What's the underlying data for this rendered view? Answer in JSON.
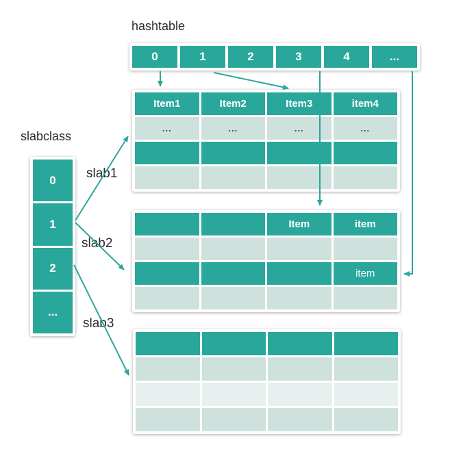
{
  "colors": {
    "teal": "#2aa79b",
    "light": "#cfe1dd",
    "lighter": "#e7f0ee",
    "ink": "#2c2c2c"
  },
  "labels": {
    "hashtable": "hashtable",
    "slabclass": "slabclass"
  },
  "hashtable": {
    "cells": [
      "0",
      "1",
      "2",
      "3",
      "4",
      "..."
    ]
  },
  "slabclass": {
    "cells": [
      "0",
      "1",
      "2",
      "..."
    ]
  },
  "slabs": [
    {
      "label": "slab1",
      "rows": [
        {
          "type": "teal",
          "cells": [
            "Item1",
            "Item2",
            "Item3",
            "item4"
          ]
        },
        {
          "type": "light",
          "cells": [
            "...",
            "...",
            "...",
            "..."
          ]
        },
        {
          "type": "teal",
          "cells": [
            "",
            "",
            "",
            ""
          ]
        },
        {
          "type": "light",
          "cells": [
            "",
            "",
            "",
            ""
          ]
        }
      ]
    },
    {
      "label": "slab2",
      "rows": [
        {
          "type": "teal",
          "cells": [
            "",
            "",
            "Item",
            "item"
          ]
        },
        {
          "type": "light",
          "cells": [
            "",
            "",
            "",
            ""
          ]
        },
        {
          "type": "teal",
          "cells": [
            "",
            "",
            "",
            "item"
          ]
        },
        {
          "type": "light",
          "cells": [
            "",
            "",
            "",
            ""
          ]
        }
      ]
    },
    {
      "label": "slab3",
      "rows": [
        {
          "type": "teal",
          "cells": [
            "",
            "",
            "",
            ""
          ]
        },
        {
          "type": "light",
          "cells": [
            "",
            "",
            "",
            ""
          ]
        },
        {
          "type": "lighter",
          "cells": [
            "",
            "",
            "",
            ""
          ]
        },
        {
          "type": "light",
          "cells": [
            "",
            "",
            "",
            ""
          ]
        }
      ]
    }
  ],
  "connections": [
    {
      "from": "hashtable-cell-0",
      "to": "slab1-header"
    },
    {
      "from": "hashtable-cell-1",
      "to": "slab1-header-Item3"
    },
    {
      "from": "hashtable-cell-3",
      "to": "slab2-top"
    },
    {
      "from": "hashtable-cell-dots",
      "to": "slab2-row3-item"
    },
    {
      "from": "slabclass-cell-1",
      "to": "slab1"
    },
    {
      "from": "slabclass-cell-1",
      "to": "slab2"
    },
    {
      "from": "slabclass-cell-2",
      "to": "slab3"
    }
  ]
}
